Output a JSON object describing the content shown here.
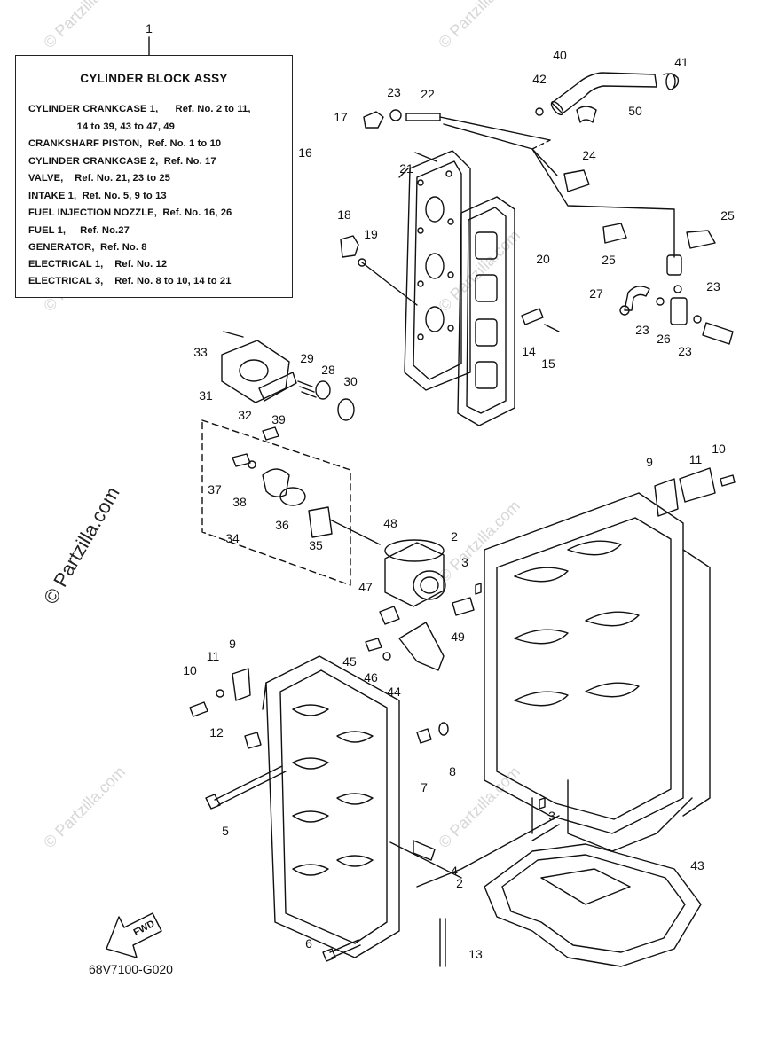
{
  "watermark": "© Partzilla.com",
  "watermark_big": "© Partzilla.com",
  "legend": {
    "ref_number": "1",
    "title": "CYLINDER BLOCK ASSY",
    "lines": [
      "CYLINDER CRANKCASE 1,      Ref. No. 2 to 11,",
      "                 14 to 39, 43 to 47, 49",
      "CRANKSHARF PISTON,  Ref. No. 1 to 10",
      "CYLINDER CRANKCASE 2,  Ref. No. 17",
      "VALVE,    Ref. No. 21, 23 to 25",
      "INTAKE 1,  Ref. No. 5, 9 to 13",
      "FUEL INJECTION NOZZLE,  Ref. No. 16, 26",
      "FUEL 1,     Ref. No.27",
      "GENERATOR,  Ref. No. 8",
      "ELECTRICAL 1,    Ref. No. 12",
      "ELECTRICAL 3,    Ref. No. 8 to 10, 14 to 21"
    ]
  },
  "callouts": [
    {
      "id": "c40",
      "label": "40"
    },
    {
      "id": "c41",
      "label": "41"
    },
    {
      "id": "c42",
      "label": "42"
    },
    {
      "id": "c23a",
      "label": "23"
    },
    {
      "id": "c22",
      "label": "22"
    },
    {
      "id": "c50",
      "label": "50"
    },
    {
      "id": "c17",
      "label": "17"
    },
    {
      "id": "c16",
      "label": "16"
    },
    {
      "id": "c21",
      "label": "21"
    },
    {
      "id": "c24",
      "label": "24"
    },
    {
      "id": "c25a",
      "label": "25"
    },
    {
      "id": "c25b",
      "label": "25"
    },
    {
      "id": "c18",
      "label": "18"
    },
    {
      "id": "c19",
      "label": "19"
    },
    {
      "id": "c20",
      "label": "20"
    },
    {
      "id": "c27",
      "label": "27"
    },
    {
      "id": "c23b",
      "label": "23"
    },
    {
      "id": "c23c",
      "label": "23"
    },
    {
      "id": "c26",
      "label": "26"
    },
    {
      "id": "c23d",
      "label": "23"
    },
    {
      "id": "c14",
      "label": "14"
    },
    {
      "id": "c15",
      "label": "15"
    },
    {
      "id": "c33",
      "label": "33"
    },
    {
      "id": "c29",
      "label": "29"
    },
    {
      "id": "c28",
      "label": "28"
    },
    {
      "id": "c30",
      "label": "30"
    },
    {
      "id": "c31",
      "label": "31"
    },
    {
      "id": "c32",
      "label": "32"
    },
    {
      "id": "c39",
      "label": "39"
    },
    {
      "id": "c10a",
      "label": "10"
    },
    {
      "id": "c9a",
      "label": "9"
    },
    {
      "id": "c11a",
      "label": "11"
    },
    {
      "id": "c37",
      "label": "37"
    },
    {
      "id": "c38",
      "label": "38"
    },
    {
      "id": "c36",
      "label": "36"
    },
    {
      "id": "c35",
      "label": "35"
    },
    {
      "id": "c34",
      "label": "34"
    },
    {
      "id": "c48",
      "label": "48"
    },
    {
      "id": "c2a",
      "label": "2"
    },
    {
      "id": "c3a",
      "label": "3"
    },
    {
      "id": "c47",
      "label": "47"
    },
    {
      "id": "c49",
      "label": "49"
    },
    {
      "id": "c9b",
      "label": "9"
    },
    {
      "id": "c45",
      "label": "45"
    },
    {
      "id": "c46",
      "label": "46"
    },
    {
      "id": "c44",
      "label": "44"
    },
    {
      "id": "c10b",
      "label": "10"
    },
    {
      "id": "c11b",
      "label": "11"
    },
    {
      "id": "c12",
      "label": "12"
    },
    {
      "id": "c7",
      "label": "7"
    },
    {
      "id": "c8",
      "label": "8"
    },
    {
      "id": "c3b",
      "label": "3"
    },
    {
      "id": "c5",
      "label": "5"
    },
    {
      "id": "c4",
      "label": "4"
    },
    {
      "id": "c2b",
      "label": "2"
    },
    {
      "id": "c43",
      "label": "43"
    },
    {
      "id": "c6",
      "label": "6"
    },
    {
      "id": "c13",
      "label": "13"
    }
  ],
  "fwd_label": "FWD",
  "drawing_code": "68V7100-G020"
}
